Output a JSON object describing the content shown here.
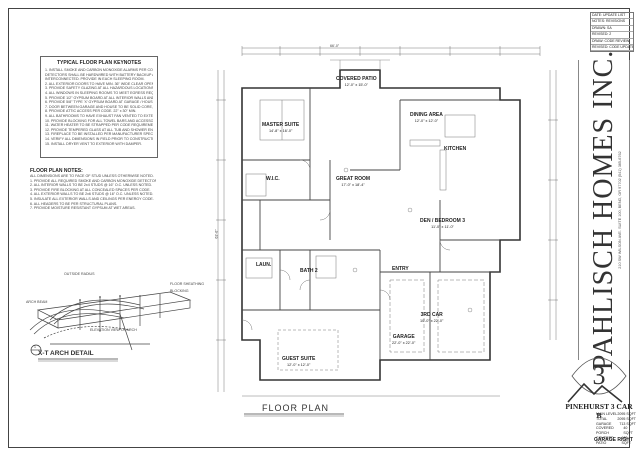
{
  "document": {
    "floor_plan_title": "FLOOR PLAN",
    "arch_detail_title": "X-T ARCH DETAIL",
    "callout_number": "1"
  },
  "revision_block": {
    "rows": [
      "DATE: UPDATE LIST",
      "NOTES: REVISIONS",
      "DRAWN: SA",
      "REVISED: 2",
      "DRAW: CODE REVIEW",
      "REVISED: CODE UPDATE"
    ]
  },
  "framing_notes": {
    "header": "TYPICAL FLOOR PLAN KEYNOTES",
    "lines": [
      "1. INSTALL SMOKE AND CARBON MONOXIDE ALARMS PER CODE.",
      "   DETECTORS SHALL BE HARDWIRED WITH BATTERY BACKUP AND",
      "   INTERCONNECTED. PROVIDE IN EACH SLEEPING ROOM.",
      "2. ALL EXTERIOR DOORS TO HAVE MIN. 36\" WIDE CLEAR OPENING.",
      "3. PROVIDE SAFETY GLAZING AT ALL HAZARDOUS LOCATIONS.",
      "4. ALL WINDOWS IN SLEEPING ROOMS TO MEET EGRESS REQUIREMENTS.",
      "5. PROVIDE 1/2\" GYPSUM BOARD AT ALL INTERIOR WALLS AND CEILINGS.",
      "6. PROVIDE 5/8\" TYPE 'X' GYPSUM BOARD AT GARAGE / HOUSE WALLS.",
      "7. DOOR BETWEEN GARAGE AND HOUSE TO BE SOLID CORE, SELF CLOSING.",
      "8. PROVIDE ATTIC ACCESS PER CODE. 22\" x 30\" MIN.",
      "9. ALL BATHROOMS TO HAVE EXHAUST FAN VENTED TO EXTERIOR.",
      "10. PROVIDE BLOCKING FOR ALL TOWEL BARS AND ACCESSORIES.",
      "11. WATER HEATER TO BE STRAPPED PER CODE REQUIREMENTS.",
      "12. PROVIDE TEMPERED GLASS AT ALL TUB AND SHOWER ENCLOSURES.",
      "13. FIREPLACE TO BE INSTALLED PER MANUFACTURER SPECIFICATIONS.",
      "14. VERIFY ALL DIMENSIONS IN FIELD PRIOR TO CONSTRUCTION.",
      "15. INSTALL DRYER VENT TO EXTERIOR WITH DAMPER."
    ]
  },
  "floor_plan_notes": {
    "header": "FLOOR PLAN NOTES:",
    "lines": [
      "ALL DIMENSIONS ARE TO FACE OF STUD UNLESS OTHERWISE NOTED.",
      "1. PROVIDE ALL REQUIRED SMOKE AND CARBON MONOXIDE DETECTORS.",
      "2. ALL INTERIOR WALLS TO BE 2x4 STUDS @ 16\" O.C. UNLESS NOTED.",
      "3. PROVIDE FIRE BLOCKING AT ALL CONCEALED SPACES PER CODE.",
      "4. ALL EXTERIOR WALLS TO BE 2x6 STUDS @ 16\" O.C. UNLESS NOTED.",
      "5. INSULATE ALL EXTERIOR WALLS AND CEILINGS PER ENERGY CODE.",
      "6. ALL HEADERS TO BE PER STRUCTURAL PLANS.",
      "7. PROVIDE MOISTURE RESISTANT GYPSUM AT WET AREAS."
    ]
  },
  "company": {
    "name": "PAHLISCH HOMES INC.",
    "address": "210 SW WILSON AVE. SUITE 100, BEND, OR 97702   (541) 385-6762"
  },
  "plan": {
    "number": "3",
    "name": "PINEHURST 3 CAR B",
    "orientation": "GARAGE RIGHT"
  },
  "area_table": {
    "rows": [
      {
        "label": "MAIN LEVEL",
        "value": "2095 SQFT"
      },
      {
        "label": "TOTAL",
        "value": "2095 SQFT"
      },
      {
        "label": "GARAGE",
        "value": "713 SQFT"
      },
      {
        "label": "COVERED PORCH",
        "value": "40 SQFT"
      },
      {
        "label": "COVERED PATIO",
        "value": "180 SQFT"
      }
    ]
  },
  "rooms": {
    "covered_patio": {
      "name": "COVERED PATIO",
      "dims": "12'-0\" x 15'-0\""
    },
    "master_suite": {
      "name": "MASTER SUITE",
      "dims": "14'-8\" x 16'-0\""
    },
    "dining_area": {
      "name": "DINING AREA",
      "dims": "12'-0\" x 12'-0\""
    },
    "great_room": {
      "name": "GREAT ROOM",
      "dims": "17'-0\" x 18'-4\""
    },
    "kitchen": {
      "name": "KITCHEN",
      "dims": ""
    },
    "den_bedroom3": {
      "name": "DEN / BEDROOM 3",
      "dims": "11'-0\" x 11'-0\""
    },
    "guest_suite": {
      "name": "GUEST SUITE",
      "dims": "12'-0\" x 12'-0\""
    },
    "garage": {
      "name": "GARAGE",
      "dims": "22'-0\" x 22'-0\""
    },
    "third_car": {
      "name": "3RD CAR",
      "dims": "10'-0\" x 22'-0\""
    },
    "laundry": {
      "name": "LAUN.",
      "dims": ""
    },
    "wic": {
      "name": "W.I.C.",
      "dims": ""
    },
    "bath2": {
      "name": "BATH 2",
      "dims": ""
    },
    "entry": {
      "name": "ENTRY",
      "dims": ""
    }
  },
  "arch_labels": {
    "top": "OUTSIDE RADIUS",
    "left": "ARCH BEAM",
    "right_1": "FLOOR SHEATHING",
    "right_2": "BLOCKING",
    "bottom": "ELEVATION VIEW OF ARCH"
  },
  "dimensions": {
    "overall": "66'-0\"",
    "depth": "63'-6\""
  }
}
